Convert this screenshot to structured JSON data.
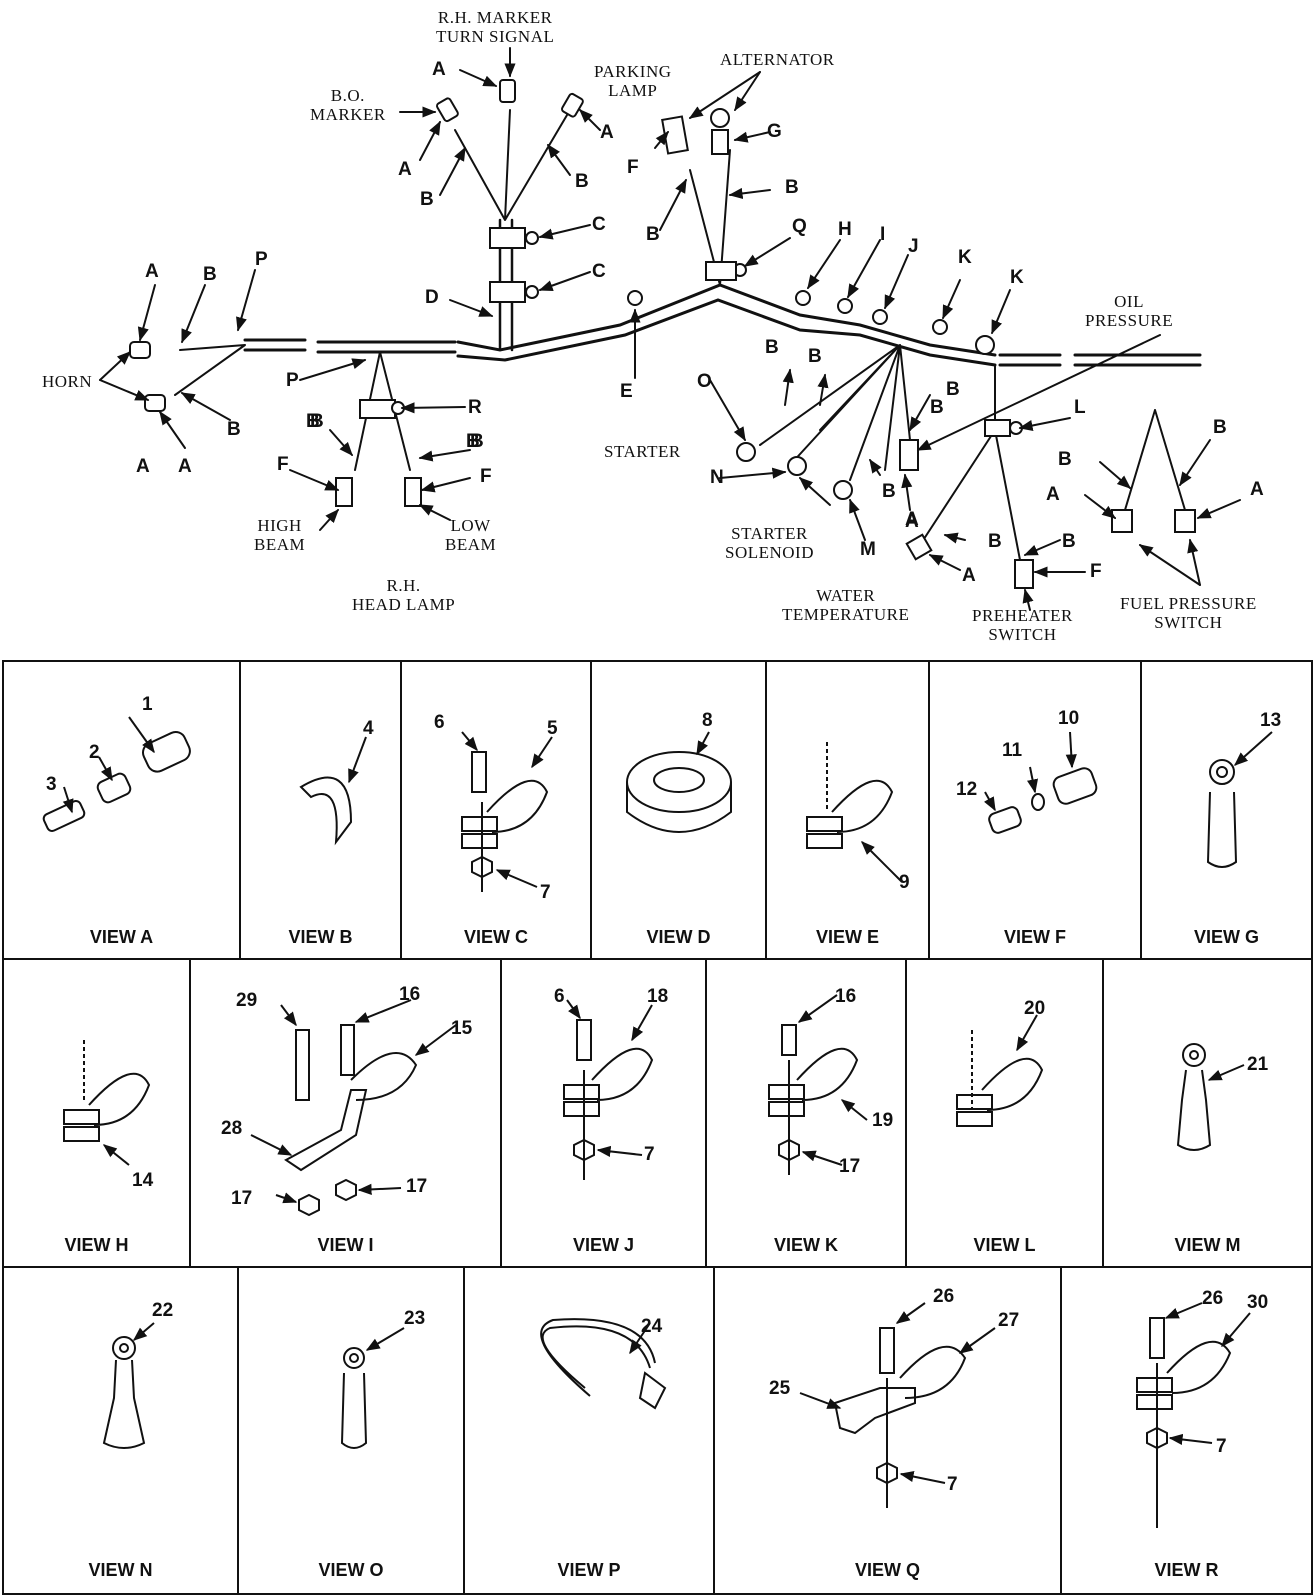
{
  "harness": {
    "component_labels": {
      "rh_marker": "R.H. MARKER\nTURN SIGNAL",
      "parking_lamp": "PARKING\nLAMP",
      "alternator": "ALTERNATOR",
      "bo_marker": "B.O.\nMARKER",
      "oil_pressure": "OIL\nPRESSURE",
      "horn": "HORN",
      "starter": "STARTER",
      "starter_solenoid": "STARTER\nSOLENOID",
      "high_beam": "HIGH\nBEAM",
      "low_beam": "LOW\nBEAM",
      "rh_head_lamp": "R.H.\nHEAD LAMP",
      "water_temperature": "WATER\nTEMPERATURE",
      "preheater_switch": "PREHEATER\nSWITCH",
      "fuel_pressure_switch": "FUEL PRESSURE\nSWITCH"
    },
    "callout_letters": [
      "A",
      "A",
      "A",
      "A",
      "B",
      "B",
      "B",
      "C",
      "C",
      "D",
      "F",
      "G",
      "B",
      "B",
      "Q",
      "H",
      "I",
      "J",
      "K",
      "K",
      "A",
      "B",
      "P",
      "B",
      "A",
      "B",
      "P",
      "R",
      "E",
      "B",
      "B",
      "O",
      "B",
      "B",
      "B",
      "F",
      "B",
      "F",
      "N",
      "M",
      "B",
      "A",
      "L",
      "B",
      "B",
      "A",
      "A",
      "B",
      "B",
      "F",
      "A",
      "A"
    ]
  },
  "views": {
    "row1": [
      {
        "title": "VIEW A",
        "numbers": [
          "1",
          "2",
          "3"
        ]
      },
      {
        "title": "VIEW B",
        "numbers": [
          "4"
        ]
      },
      {
        "title": "VIEW C",
        "numbers": [
          "6",
          "5",
          "7"
        ]
      },
      {
        "title": "VIEW D",
        "numbers": [
          "8"
        ]
      },
      {
        "title": "VIEW E",
        "numbers": [
          "9"
        ]
      },
      {
        "title": "VIEW F",
        "numbers": [
          "10",
          "11",
          "12"
        ]
      },
      {
        "title": "VIEW G",
        "numbers": [
          "13"
        ]
      }
    ],
    "row2": [
      {
        "title": "VIEW H",
        "numbers": [
          "14"
        ]
      },
      {
        "title": "VIEW I",
        "numbers": [
          "29",
          "16",
          "15",
          "28",
          "17",
          "17"
        ]
      },
      {
        "title": "VIEW J",
        "numbers": [
          "6",
          "18",
          "7"
        ]
      },
      {
        "title": "VIEW K",
        "numbers": [
          "16",
          "19",
          "17"
        ]
      },
      {
        "title": "VIEW L",
        "numbers": [
          "20"
        ]
      },
      {
        "title": "VIEW M",
        "numbers": [
          "21"
        ]
      }
    ],
    "row3": [
      {
        "title": "VIEW N",
        "numbers": [
          "22"
        ]
      },
      {
        "title": "VIEW O",
        "numbers": [
          "23"
        ]
      },
      {
        "title": "VIEW P",
        "numbers": [
          "24"
        ]
      },
      {
        "title": "VIEW Q",
        "numbers": [
          "26",
          "27",
          "25",
          "7"
        ]
      },
      {
        "title": "VIEW R",
        "numbers": [
          "26",
          "30",
          "7"
        ]
      }
    ]
  }
}
